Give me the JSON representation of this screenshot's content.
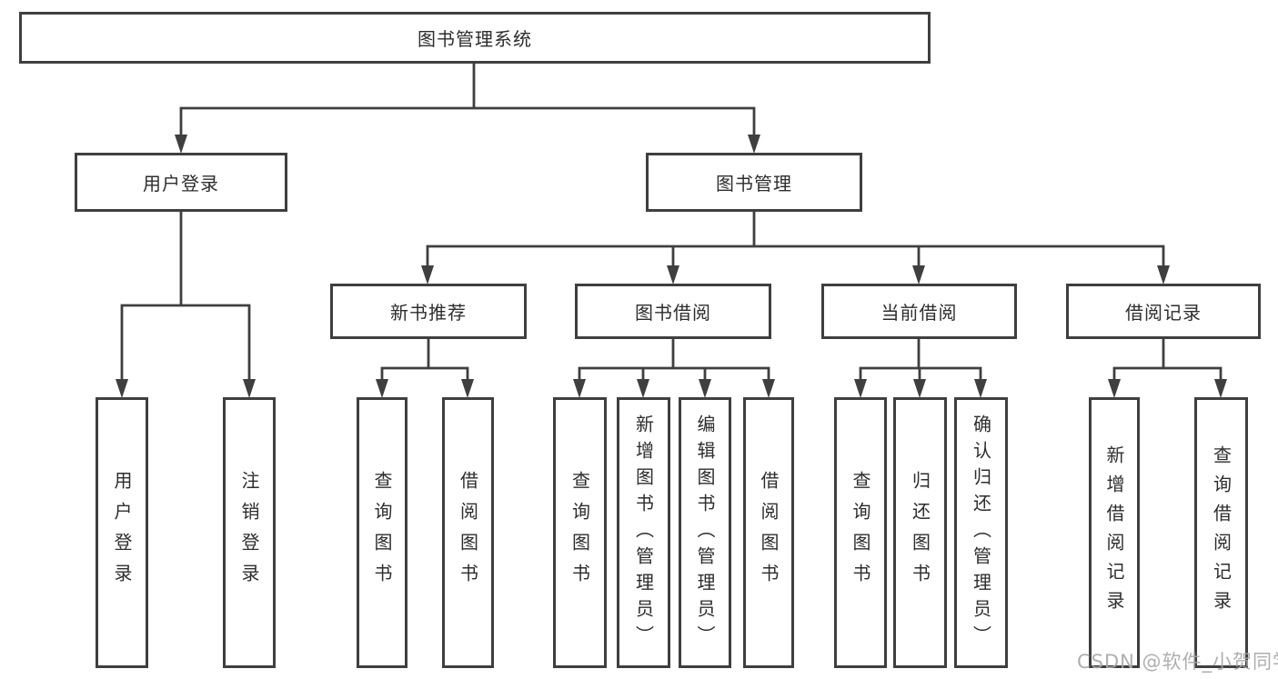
{
  "root": {
    "label": "图书管理系统"
  },
  "branches": [
    {
      "label": "用户登录",
      "children": [
        {
          "label": "用户登录"
        },
        {
          "label": "注销登录"
        }
      ]
    },
    {
      "label": "图书管理",
      "children": [
        {
          "label": "新书推荐",
          "children": [
            {
              "label": "查询图书"
            },
            {
              "label": "借阅图书"
            }
          ]
        },
        {
          "label": "图书借阅",
          "children": [
            {
              "label": "查询图书"
            },
            {
              "label": "新增图书（管理员）"
            },
            {
              "label": "编辑图书（管理员）"
            },
            {
              "label": "借阅图书"
            }
          ]
        },
        {
          "label": "当前借阅",
          "children": [
            {
              "label": "查询图书"
            },
            {
              "label": "归还图书"
            },
            {
              "label": "确认归还（管理员）"
            }
          ]
        },
        {
          "label": "借阅记录",
          "children": [
            {
              "label": "新增借阅记录"
            },
            {
              "label": "查询借阅记录"
            }
          ]
        }
      ]
    }
  ],
  "watermark": {
    "text": "CSDN @软件_小贺同学"
  },
  "colors": {
    "line": "#3f3f3f",
    "text": "#2d2d2d",
    "watermark": "#a8a8a8"
  }
}
